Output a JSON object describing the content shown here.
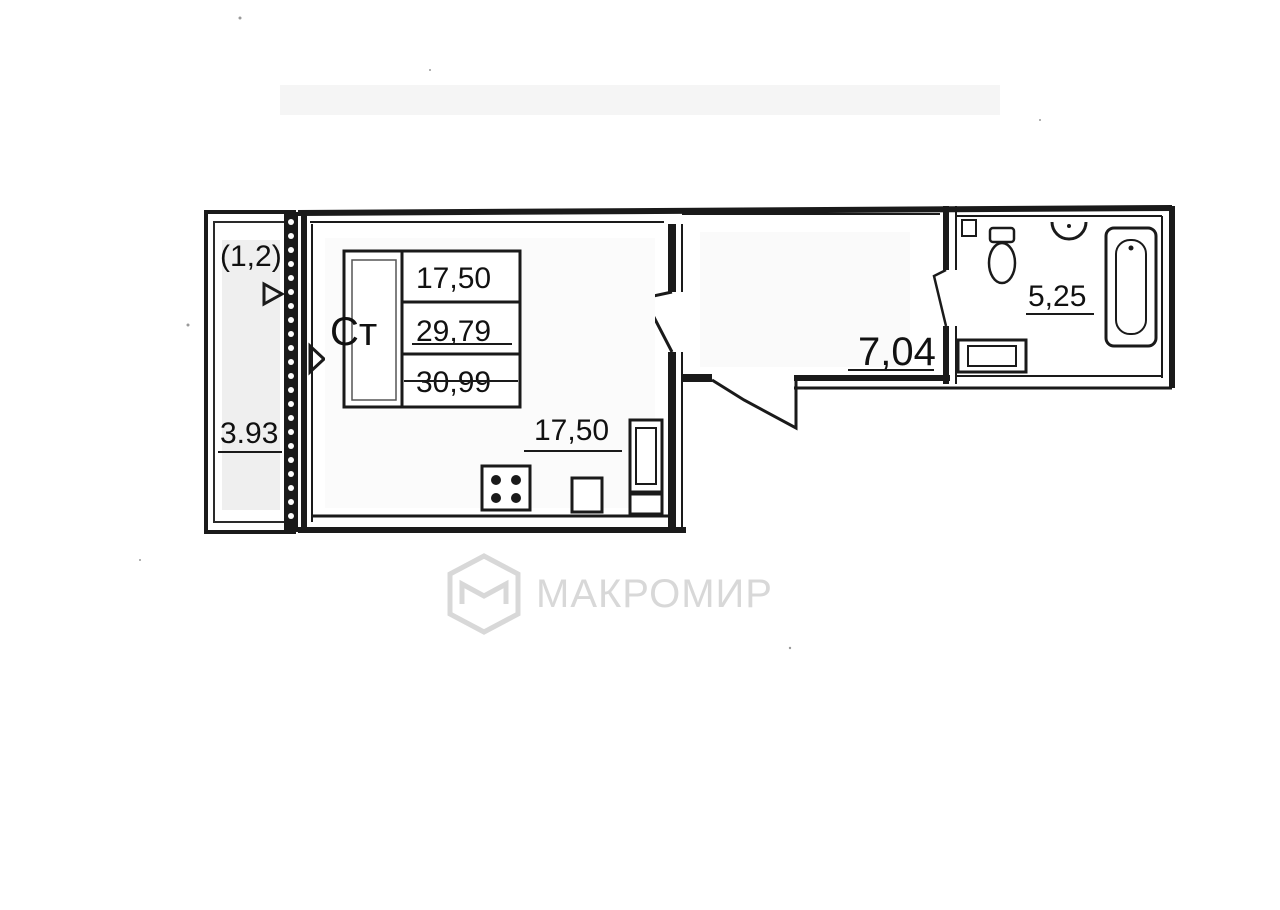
{
  "plan": {
    "loggia": {
      "coef": "(1,2)",
      "area": "3.93"
    },
    "summary": {
      "type": "Ст",
      "living": "17,50",
      "total": "29,79",
      "total_with_loggia": "30,99"
    },
    "rooms": {
      "main": "17,50",
      "hall": "7,04",
      "bath": "5,25"
    }
  },
  "watermark": {
    "text": "МАКРОМИР",
    "icon": "house-cube-logo"
  }
}
